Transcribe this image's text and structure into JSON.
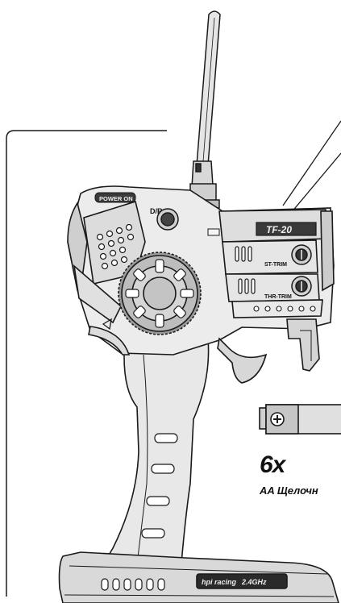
{
  "labels": {
    "power": "POWER ON",
    "dr": "D/R",
    "model": "TF-20",
    "st_trim": "ST-TRIM",
    "thr_trim": "THR-TRIM",
    "brand": "hpi racing",
    "band": "2.4GHz"
  },
  "battery": {
    "count": "6x",
    "type": "AA Щелочн"
  },
  "colors": {
    "line": "#1a1a1a",
    "body": "#eeeeee",
    "shade": "#cfcfcf",
    "dark": "#333333"
  }
}
